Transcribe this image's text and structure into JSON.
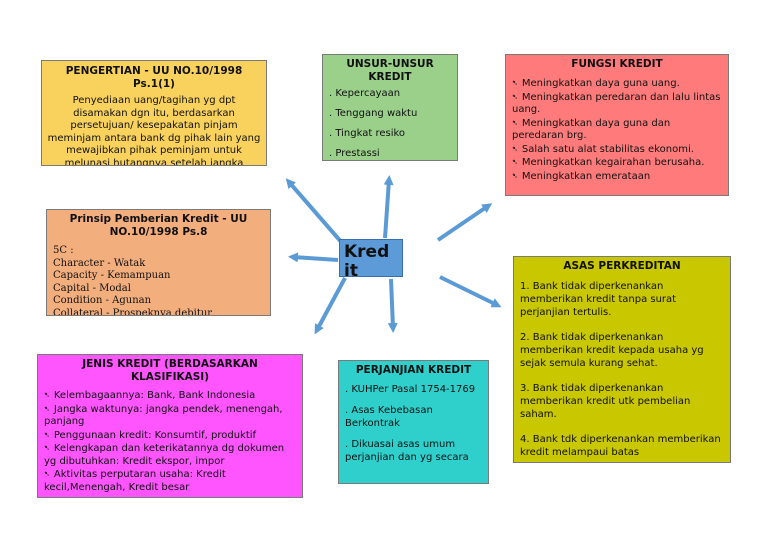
{
  "colors": {
    "pengertian": "#f9d25e",
    "unsur": "#9bd08b",
    "fungsi": "#ff7b7b",
    "prinsip": "#f3ae7e",
    "asas": "#c9c700",
    "jenis": "#ff55ff",
    "perjanjian": "#2fd0cc",
    "center": "#5c9ad8",
    "arrow": "#5b9bd5"
  },
  "center": {
    "label": "Kred",
    "sub": "it"
  },
  "pengertian": {
    "title": "PENGERTIAN - UU NO.10/1998 Ps.1(1)",
    "body": "Penyediaan uang/tagihan yg dpt disamakan dgn itu, berdasarkan persetujuan/ kesepakatan pinjam meminjam antara bank dg pihak lain yang mewajibkan pihak peminjam untuk melunasi hutangnya setelah jangka"
  },
  "unsur": {
    "title": "UNSUR-UNSUR KREDIT",
    "items": [
      ". Kepercayaan",
      ". Tenggang waktu",
      ". Tingkat resiko",
      ". Prestassi"
    ]
  },
  "fungsi": {
    "title": "FUNGSI KREDIT",
    "items": [
      "Meningkatkan daya guna uang.",
      "Meningkatkan peredaran dan lalu lintas uang.",
      "Meningkatkan daya guna dan peredaran brg.",
      "Salah satu alat stabilitas ekonomi.",
      "Meningkatkan kegairahan berusaha.",
      "Meningkatkan emerataan"
    ]
  },
  "prinsip": {
    "title": "Prinsip Pemberian Kredit - UU NO.10/1998 Ps.8",
    "items": [
      "5C :",
      "Character - Watak",
      "Capacity - Kemampuan",
      "Capital - Modal",
      "Condition - Agunan",
      "Collateral - Prospeknya debitur"
    ]
  },
  "asas": {
    "title": "ASAS PERKREDITAN",
    "items": [
      "1. Bank tidak diperkenankan memberikan kredit tanpa surat perjanjian tertulis.",
      "2. Bank tidak diperkenankan memberikan kredit kepada usaha yg sejak semula kurang sehat.",
      "3. Bank tidak diperkenankan memberikan kredit utk pembelian saham.",
      "4. Bank tdk diperkenankan memberikan kredit melampaui batas"
    ]
  },
  "jenis": {
    "title": "JENIS KREDIT (BERDASARKAN KLASIFIKASI)",
    "items": [
      "Kelembagaannya: Bank, Bank Indonesia",
      "Jangka waktunya: jangka pendek, menengah, panjang",
      "Penggunaan kredit: Konsumtif, produktif",
      "Kelengkapan dan keterikatannya dg dokumen yg dibutuhkan: Kredit ekspor, impor",
      "Aktivitas perputaran usaha: Kredit kecil,Menengah, Kredit besar"
    ]
  },
  "perjanjian": {
    "title": "PERJANJIAN KREDIT",
    "items": [
      ". KUHPer Pasal 1754-1769",
      ". Asas Kebebasan Berkontrak",
      ". Dikuasai asas umum perjanjian dan yg secara"
    ]
  }
}
